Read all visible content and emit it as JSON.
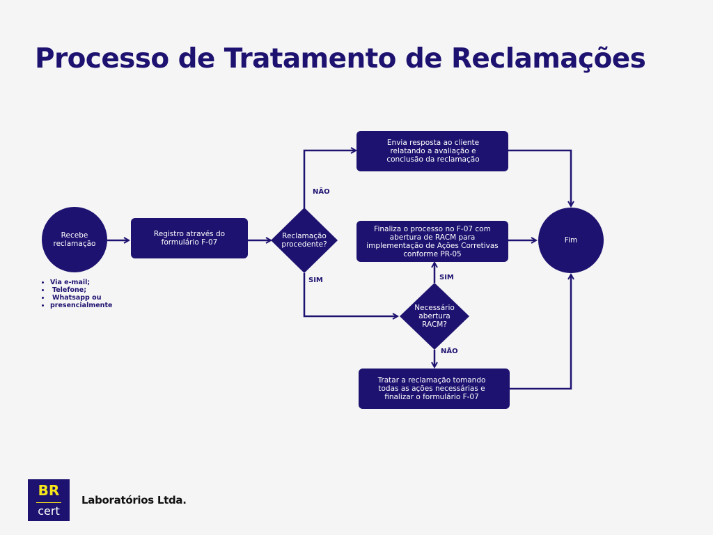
{
  "title": "Processo de Tratamento de Reclamações",
  "colors": {
    "background": "#f5f5f5",
    "node_fill": "#1d1270",
    "node_text": "#ffffff",
    "connector": "#1d1270",
    "logo_accent": "#f5e51b"
  },
  "nodes": {
    "start": "Recebe reclamação",
    "register": "Registro através do formulário  F-07",
    "decision_procedent": "Reclamação procedente?",
    "send_response": "Envia resposta ao cliente relatando a avaliação e conclusão da reclamação",
    "finalize_racm": "Finaliza o processo no F-07  com abertura de RACM para implementação de Ações Corretivas conforme PR-05",
    "decision_racm": "Necessário abertura RACM?",
    "treat_complaint": "Tratar a reclamação tomando todas as ações necessárias e finalizar o formulário F-07",
    "end": "Fim"
  },
  "edge_labels": {
    "procedent_no": "NÃO",
    "procedent_yes": "SIM",
    "racm_yes": "SIM",
    "racm_no": "NÃO"
  },
  "channels": [
    "Via e-mail;",
    "Telefone;",
    "Whatsapp ou",
    "presencialmente"
  ],
  "logo": {
    "top": "BR",
    "bottom": "cert"
  },
  "company": "Laboratórios Ltda."
}
